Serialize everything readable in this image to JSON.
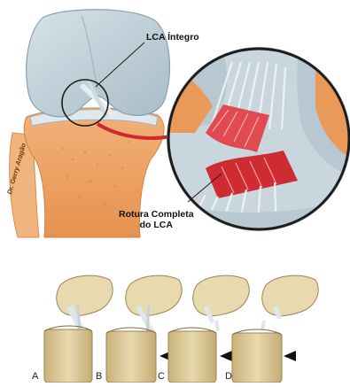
{
  "labels": {
    "intact": "LCA Íntegro",
    "rupture_line1": "Rotura Completa",
    "rupture_line2": "do LCA",
    "credit": "Dr. Gerry Aragão"
  },
  "stages": [
    "A",
    "B",
    "C",
    "D"
  ],
  "colors": {
    "femur": "#bfcfd8",
    "femur_shadow": "#8fa6b3",
    "tibia": "#e8a36a",
    "fibula": "#f0b47e",
    "ligament": "#d9e3e8",
    "rupture_red": "#d8323a",
    "arrow_red": "#d32630",
    "bone_lower": "#d9c79a",
    "cartilage": "#eef1ea"
  }
}
